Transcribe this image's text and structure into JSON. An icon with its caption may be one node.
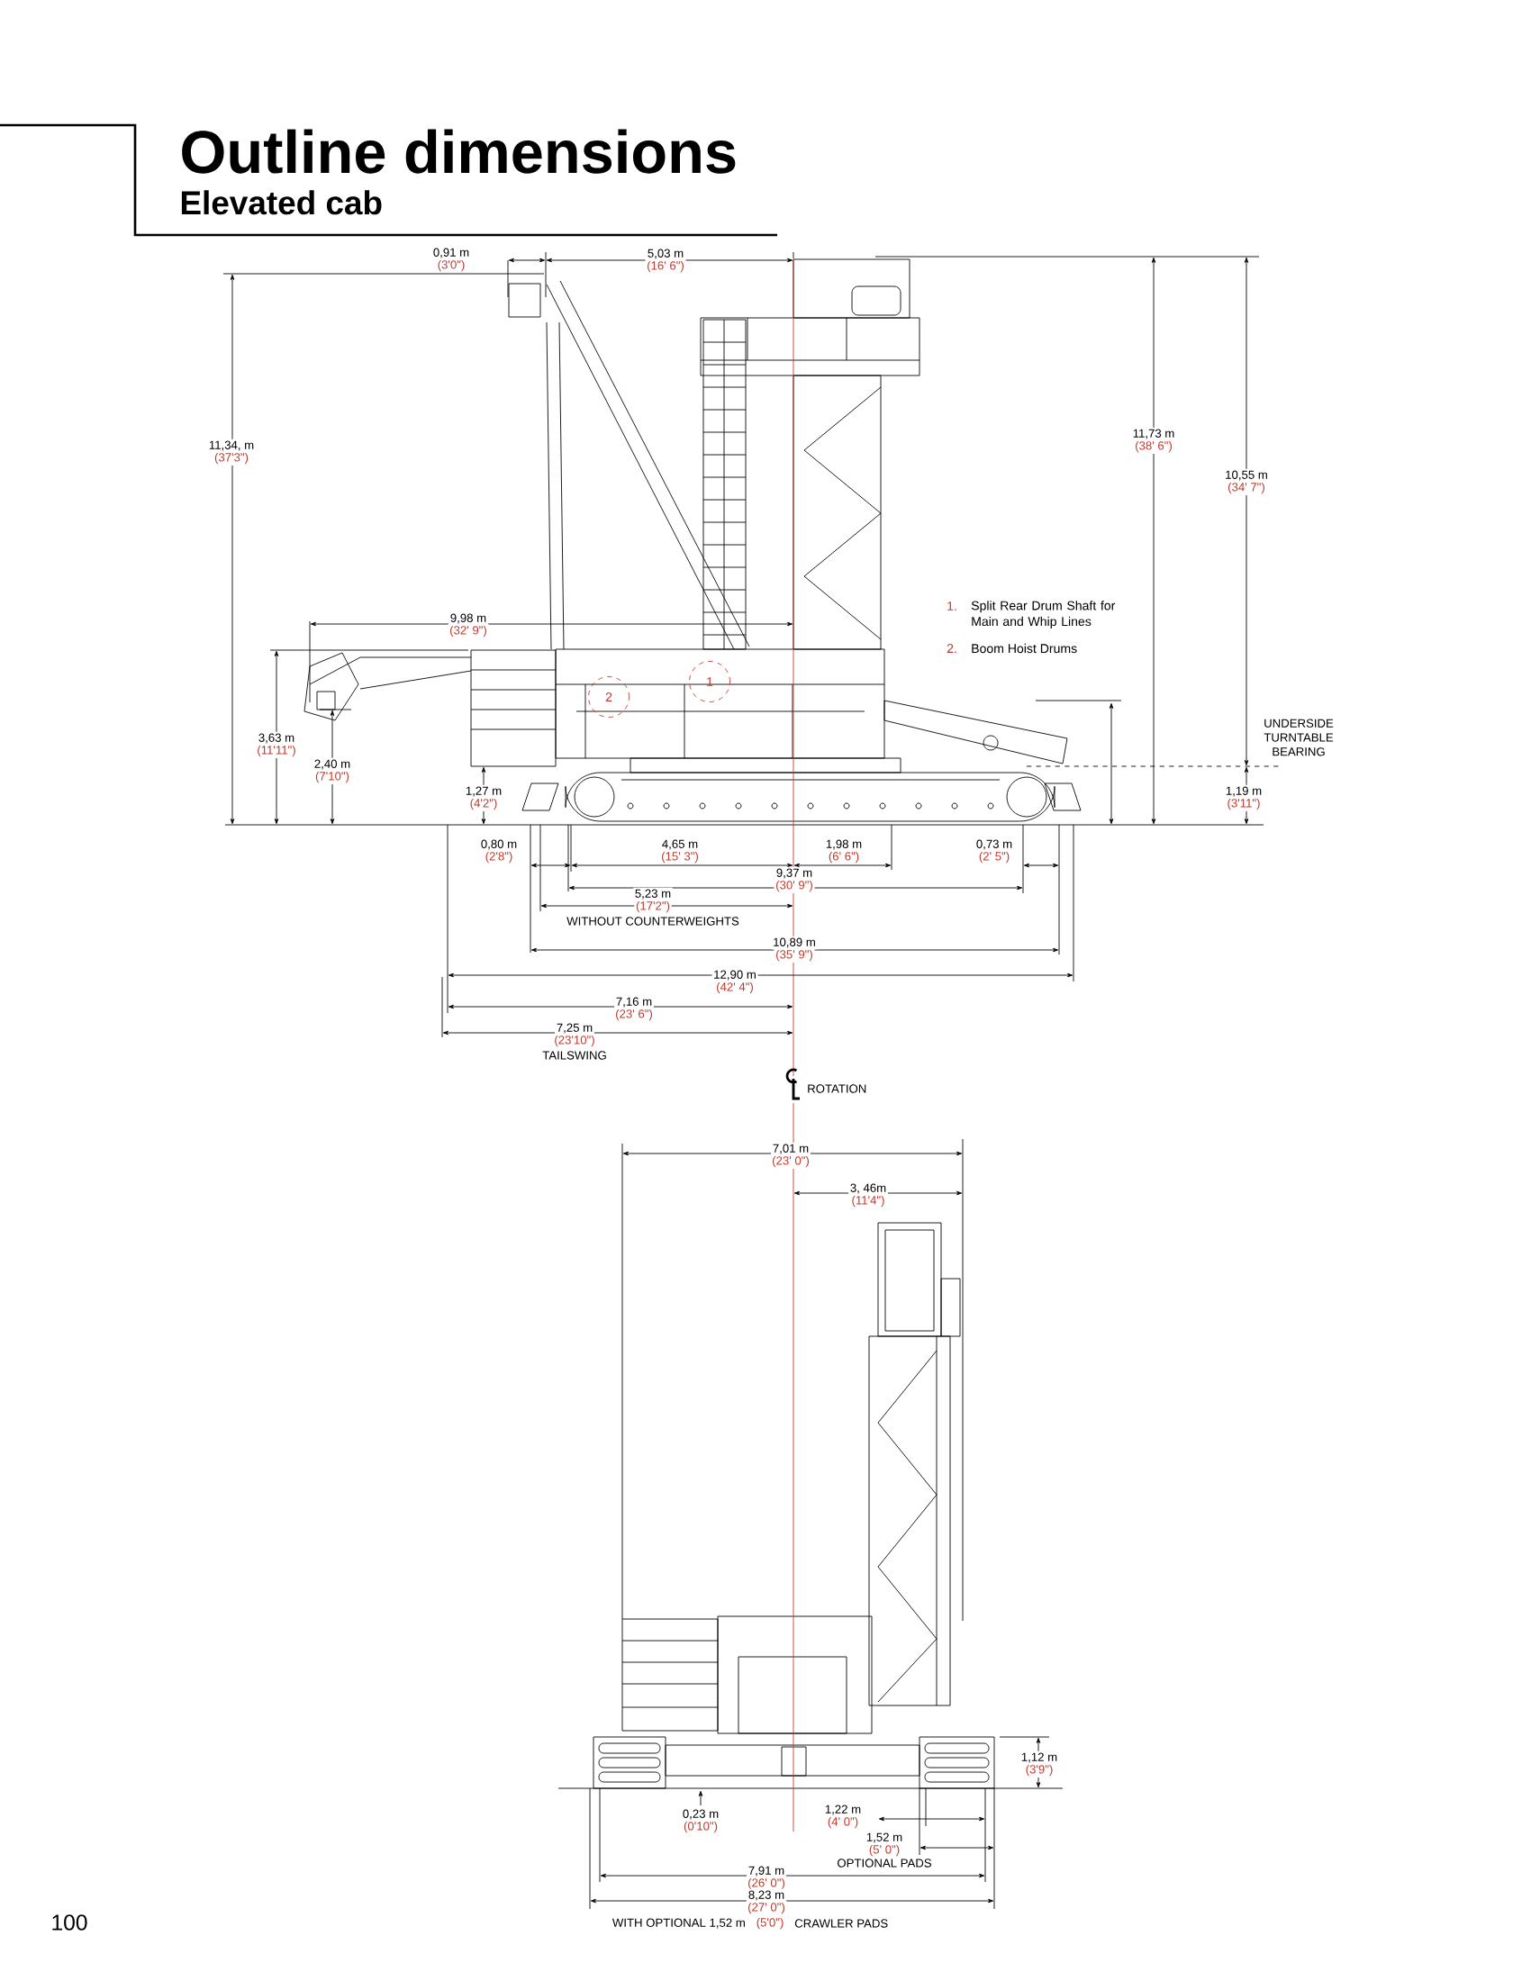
{
  "diagram": {
    "title": "Outline dimensions",
    "labels": [
      "Elevated cab",
      "0,91 m",
      "(3'0\")",
      "5,03 m",
      "(16' 6\")",
      "11,34, m",
      "(37'3\")",
      "11,73 m",
      "(38' 6\")",
      "10,55 m",
      "(34' 7\")",
      "1.",
      "Split Rear Drum Shaft for Main and Whip Lines",
      "2.",
      "Boom Hoist Drums",
      "9,98 m",
      "(32' 9\")",
      "1",
      "2",
      "3,63 m",
      "(11'11\")",
      "UNDERSIDE TURNTABLE BEARING",
      "2,40 m",
      "(7'10\")",
      "1,27 m",
      "(4'2\")",
      "1,19 m",
      "(3'11\")",
      "0,80 m",
      "(2'8\")",
      "4,65 m",
      "(15' 3\")",
      "1,98 m",
      "(6' 6\")",
      "0,73 m",
      "(2' 5\")",
      "9,37 m",
      "(30' 9\")",
      "5,23 m",
      "(17'2\")",
      "WITHOUT COUNTERWEIGHTS",
      "10,89 m",
      "(35' 9\")",
      "12,90 m",
      "(42' 4\")",
      "7,16 m",
      "(23' 6\")",
      "7,25 m",
      "(23'10\")",
      "TAILSWING",
      "ROTATION",
      "7,01 m",
      "(23' 0\")",
      "3, 46m",
      "(11'4\")",
      "1,12 m",
      "(3'9\")",
      "0,23 m",
      "(0'10\")",
      "1,22 m",
      "(4' 0\")",
      "1,52 m",
      "(5' 0\")",
      "OPTIONAL PADS",
      "7,91 m",
      "(26' 0\")",
      "8,23 m",
      "(27' 0\")",
      "WITH OPTIONAL 1,52 m",
      "(5'0\")",
      "CRAWLER PADS",
      "100"
    ]
  }
}
